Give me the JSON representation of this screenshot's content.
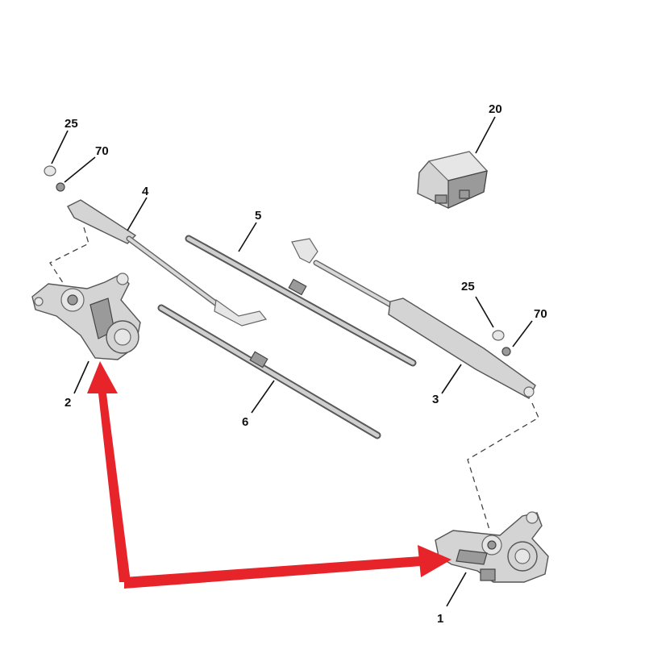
{
  "callouts": {
    "c25_top": "25",
    "c70_top": "70",
    "c4": "4",
    "c5": "5",
    "c20": "20",
    "c25_right": "25",
    "c70_right": "70",
    "c3": "3",
    "c2": "2",
    "c6": "6",
    "c1": "1"
  },
  "colors": {
    "arrow": "#e8242b",
    "part": "#d4d4d4",
    "outline": "#555555"
  }
}
